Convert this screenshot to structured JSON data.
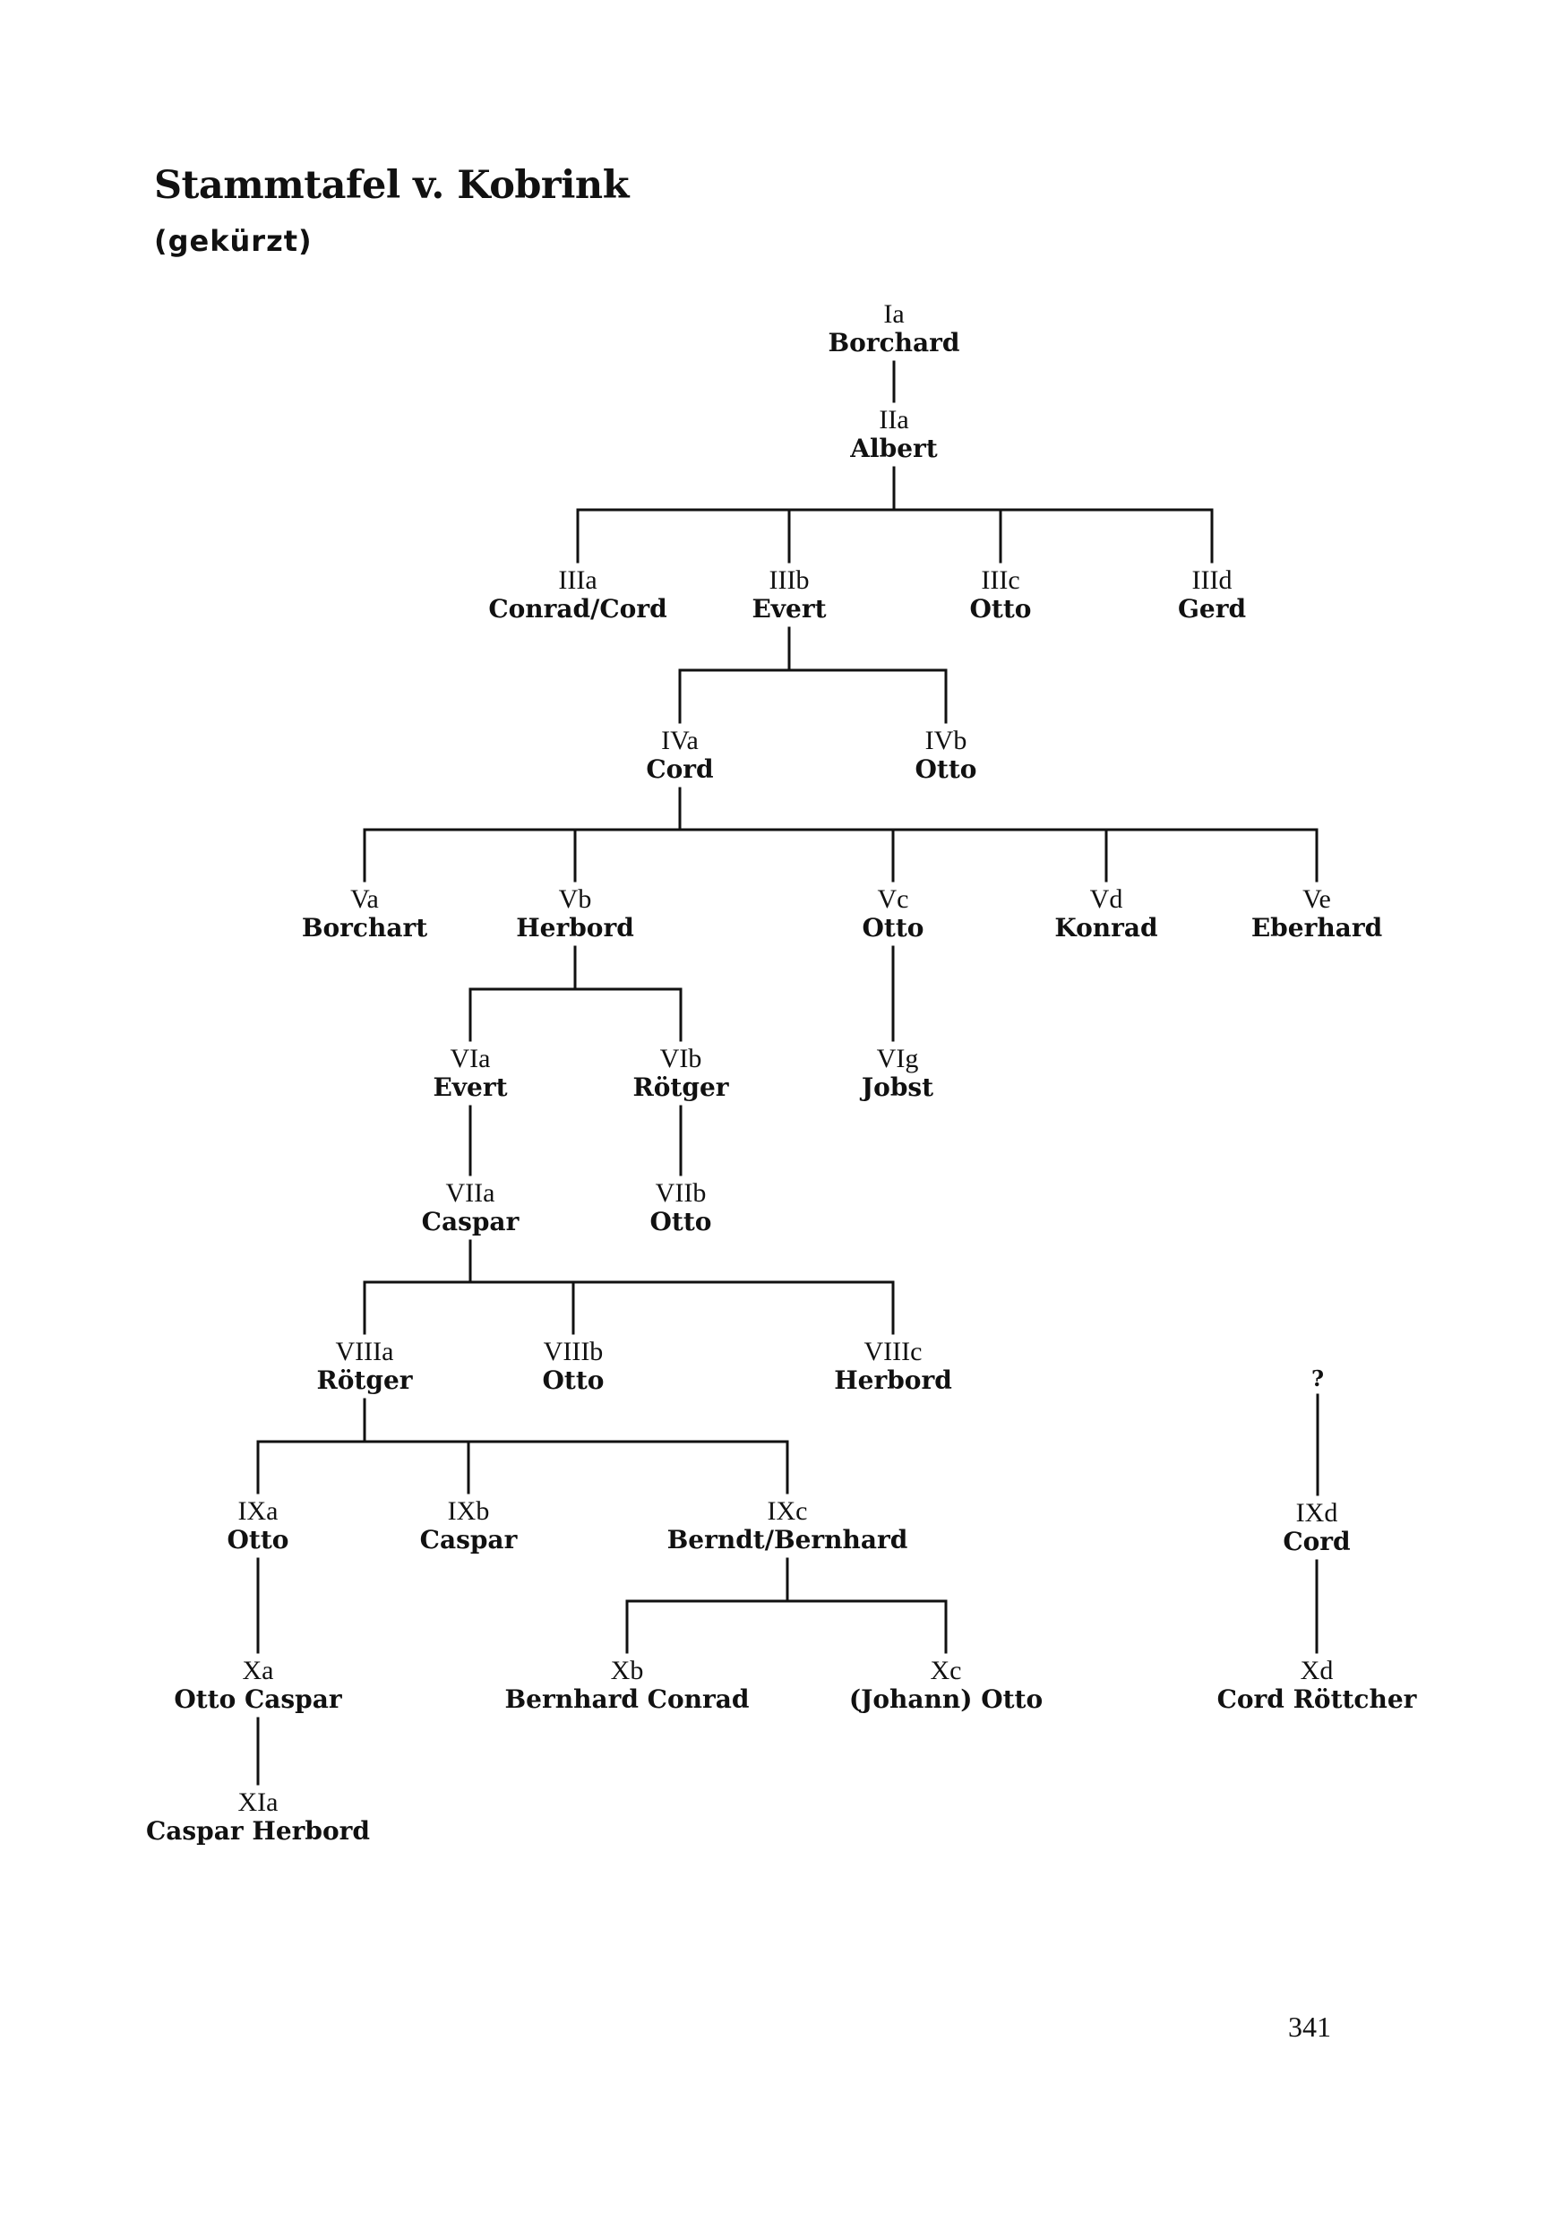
{
  "page": {
    "title": "Stammtafel v. Kobrink",
    "subtitle": "(gekürzt)",
    "page_number": "341"
  },
  "persons": [
    {
      "id": "Ia",
      "code": "Ia",
      "name": "Borchard"
    },
    {
      "id": "IIa",
      "code": "IIa",
      "name": "Albert"
    },
    {
      "id": "IIIa",
      "code": "IIIa",
      "name": "Conrad/Cord"
    },
    {
      "id": "IIIb",
      "code": "IIIb",
      "name": "Evert"
    },
    {
      "id": "IIIc",
      "code": "IIIc",
      "name": "Otto"
    },
    {
      "id": "IIId",
      "code": "IIId",
      "name": "Gerd"
    },
    {
      "id": "IVa",
      "code": "IVa",
      "name": "Cord"
    },
    {
      "id": "IVb",
      "code": "IVb",
      "name": "Otto"
    },
    {
      "id": "Va",
      "code": "Va",
      "name": "Borchart"
    },
    {
      "id": "Vb",
      "code": "Vb",
      "name": "Herbord"
    },
    {
      "id": "Vc",
      "code": "Vc",
      "name": "Otto"
    },
    {
      "id": "Vd",
      "code": "Vd",
      "name": "Konrad"
    },
    {
      "id": "Ve",
      "code": "Ve",
      "name": "Eberhard"
    },
    {
      "id": "VIa",
      "code": "VIa",
      "name": "Evert"
    },
    {
      "id": "VIb",
      "code": "VIb",
      "name": "Rötger"
    },
    {
      "id": "VIg",
      "code": "VIg",
      "name": "Jobst"
    },
    {
      "id": "VIIa",
      "code": "VIIa",
      "name": "Caspar"
    },
    {
      "id": "VIIb",
      "code": "VIIb",
      "name": "Otto"
    },
    {
      "id": "VIIIa",
      "code": "VIIIa",
      "name": "Rötger"
    },
    {
      "id": "VIIIb",
      "code": "VIIIb",
      "name": "Otto"
    },
    {
      "id": "VIIIc",
      "code": "VIIIc",
      "name": "Herbord"
    },
    {
      "id": "unknown",
      "code": "",
      "name": "?"
    },
    {
      "id": "IXa",
      "code": "IXa",
      "name": "Otto"
    },
    {
      "id": "IXb",
      "code": "IXb",
      "name": "Caspar"
    },
    {
      "id": "IXc",
      "code": "IXc",
      "name": "Berndt/Bernhard"
    },
    {
      "id": "IXd",
      "code": "IXd",
      "name": "Cord"
    },
    {
      "id": "Xa",
      "code": "Xa",
      "name": "Otto Caspar"
    },
    {
      "id": "Xb",
      "code": "Xb",
      "name": "Bernhard Conrad"
    },
    {
      "id": "Xc",
      "code": "Xc",
      "name": "(Johann) Otto"
    },
    {
      "id": "Xd",
      "code": "Xd",
      "name": "Cord Röttcher"
    },
    {
      "id": "XIa",
      "code": "XIa",
      "name": "Caspar Herbord"
    }
  ],
  "relations": [
    {
      "parent": "Ia",
      "children": [
        "IIa"
      ]
    },
    {
      "parent": "IIa",
      "children": [
        "IIIa",
        "IIIb",
        "IIIc",
        "IIId"
      ]
    },
    {
      "parent": "IIIb",
      "children": [
        "IVa",
        "IVb"
      ]
    },
    {
      "parent": "IVa",
      "children": [
        "Va",
        "Vb",
        "Vc",
        "Vd",
        "Ve"
      ]
    },
    {
      "parent": "Vb",
      "children": [
        "VIa",
        "VIb"
      ]
    },
    {
      "parent": "Vc",
      "children": [
        "VIg"
      ]
    },
    {
      "parent": "VIa",
      "children": [
        "VIIa"
      ]
    },
    {
      "parent": "VIb",
      "children": [
        "VIIb"
      ]
    },
    {
      "parent": "VIIa",
      "children": [
        "VIIIa",
        "VIIIb",
        "VIIIc"
      ]
    },
    {
      "parent": "VIIIa",
      "children": [
        "IXa",
        "IXb",
        "IXc"
      ]
    },
    {
      "parent": "unknown",
      "children": [
        "IXd"
      ]
    },
    {
      "parent": "IXa",
      "children": [
        "Xa"
      ]
    },
    {
      "parent": "IXc",
      "children": [
        "Xb",
        "Xc"
      ]
    },
    {
      "parent": "IXd",
      "children": [
        "Xd"
      ]
    },
    {
      "parent": "Xa",
      "children": [
        "XIa"
      ]
    }
  ]
}
